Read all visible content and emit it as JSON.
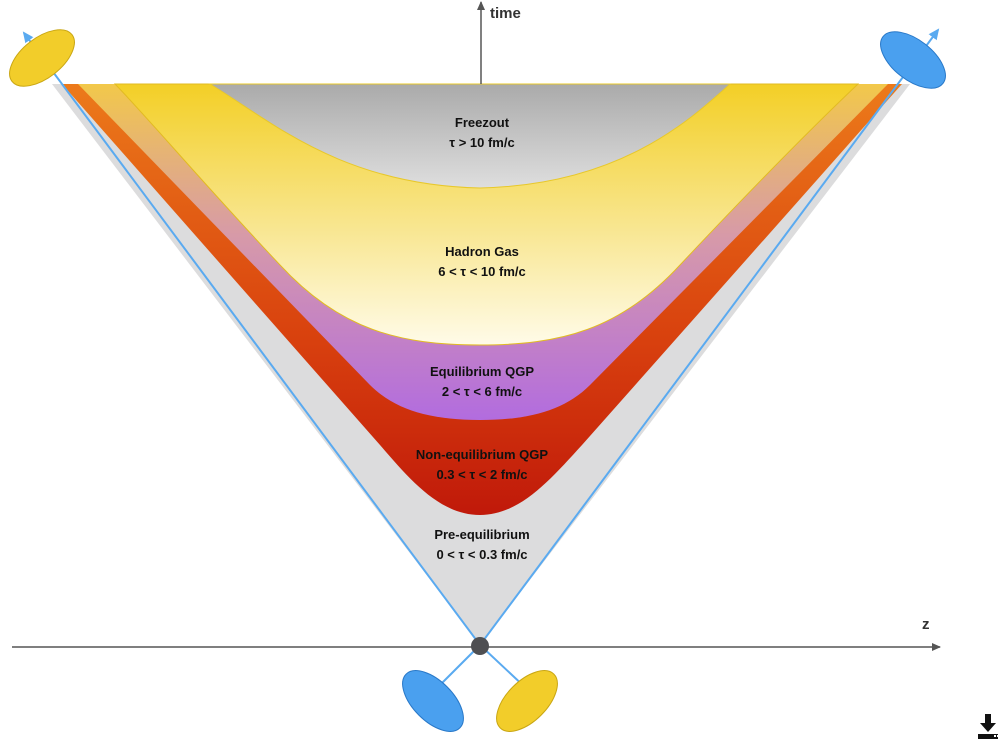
{
  "axes": {
    "time_label": "time",
    "z_label": "z"
  },
  "regions": [
    {
      "name": "Freezout",
      "range": "τ > 10 fm/c"
    },
    {
      "name": "Hadron Gas",
      "range": "6 < τ < 10 fm/c"
    },
    {
      "name": "Equilibrium QGP",
      "range": "2 < τ < 6 fm/c"
    },
    {
      "name": "Non-equilibrium QGP",
      "range": "0.3 < τ < 2 fm/c"
    },
    {
      "name": "Pre-equilibrium",
      "range": "0 < τ < 0.3 fm/c"
    }
  ],
  "colors": {
    "freezeout": "#b9b9b9",
    "hadron_gas": "#f4d22e",
    "equilibrium_qgp": "#b874d8",
    "non_equilibrium_qgp": "#c9200c",
    "pre_equilibrium": "#dcdcdd",
    "light_cone": "#5aaaf0",
    "nucleus_yellow": "#f2cd2a",
    "nucleus_blue": "#4aa0ef",
    "axis": "#555555"
  },
  "icons": {
    "download": "download-icon"
  }
}
